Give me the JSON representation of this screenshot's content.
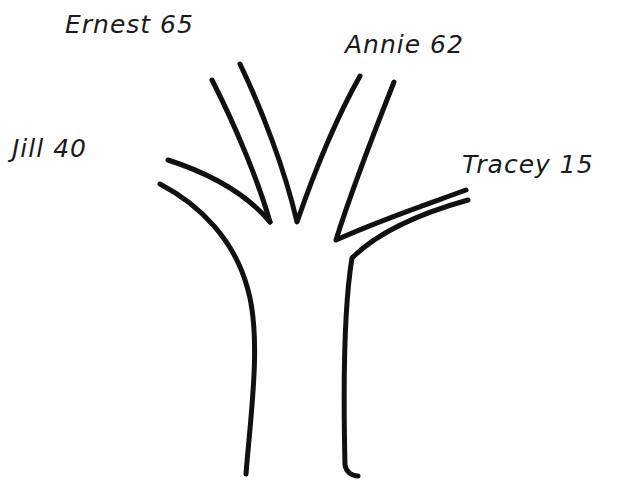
{
  "diagram": {
    "labels": [
      "Ernest 65",
      "Annie 62",
      "Jill 40",
      "Tracey 15"
    ]
  }
}
